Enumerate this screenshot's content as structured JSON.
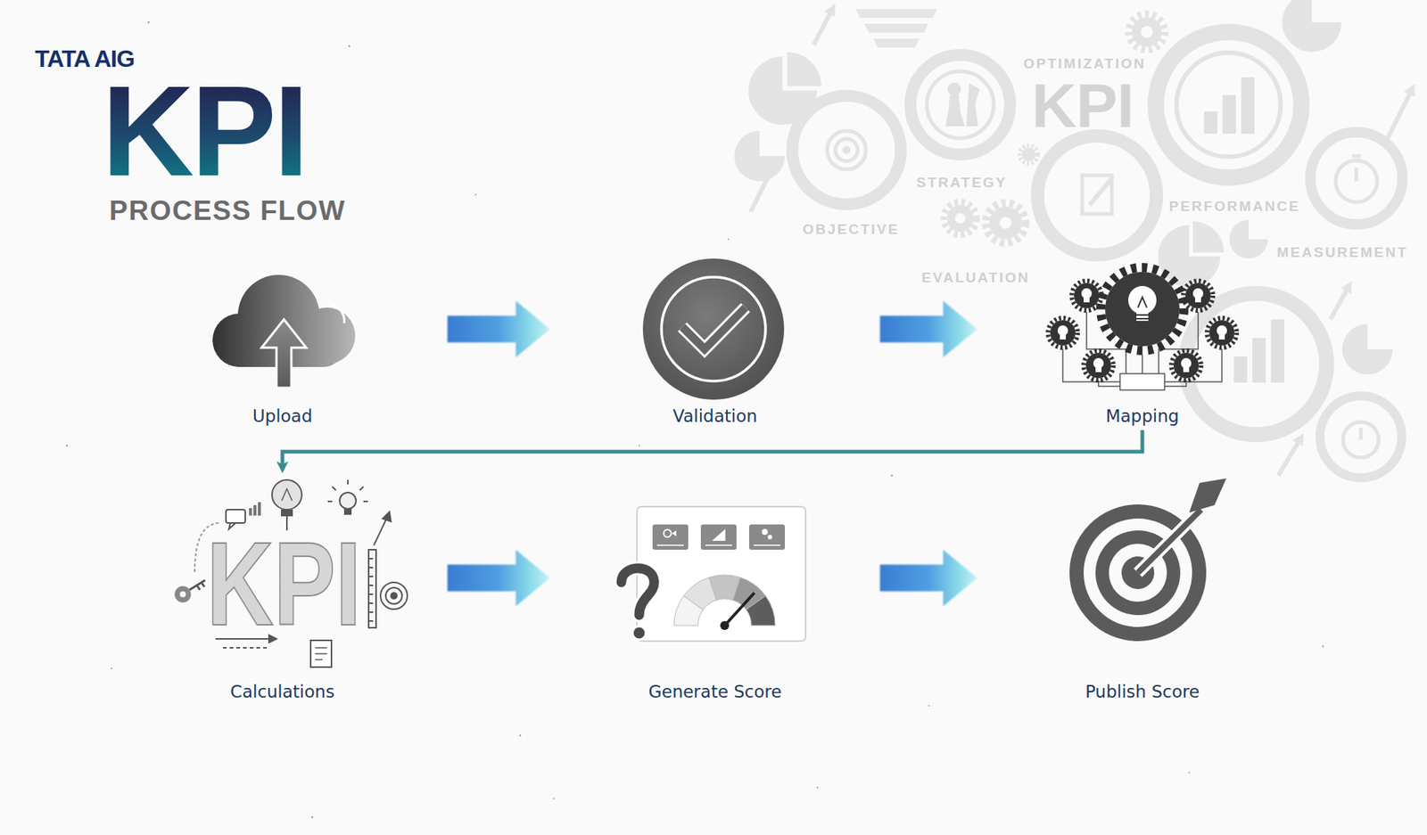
{
  "diagram": {
    "title": "KPI",
    "nodes": [
      {
        "text": [
          "Upload"
        ]
      },
      {
        "text": [
          "Validation"
        ]
      },
      {
        "text": [
          "Mapping"
        ]
      },
      {
        "text": [
          "Calculations"
        ]
      },
      {
        "text": [
          "Generate Score"
        ]
      },
      {
        "text": [
          "Publish Score"
        ]
      }
    ],
    "edges": [
      {
        "from": 0,
        "to": 1,
        "arrow": "to"
      },
      {
        "from": 1,
        "to": 2,
        "arrow": "to"
      },
      {
        "from": 2,
        "to": 3,
        "arrow": "to"
      },
      {
        "from": 3,
        "to": 4,
        "arrow": "to"
      },
      {
        "from": 4,
        "to": 5,
        "arrow": "to"
      }
    ],
    "labels": [
      "TATA AIG",
      "PROCESS FLOW",
      "OPTIMIZATION",
      "KPI",
      "STRATEGY",
      "OBJECTIVE",
      "PERFORMANCE",
      "MEASUREMENT",
      "EVALUATION",
      "KPI"
    ]
  }
}
